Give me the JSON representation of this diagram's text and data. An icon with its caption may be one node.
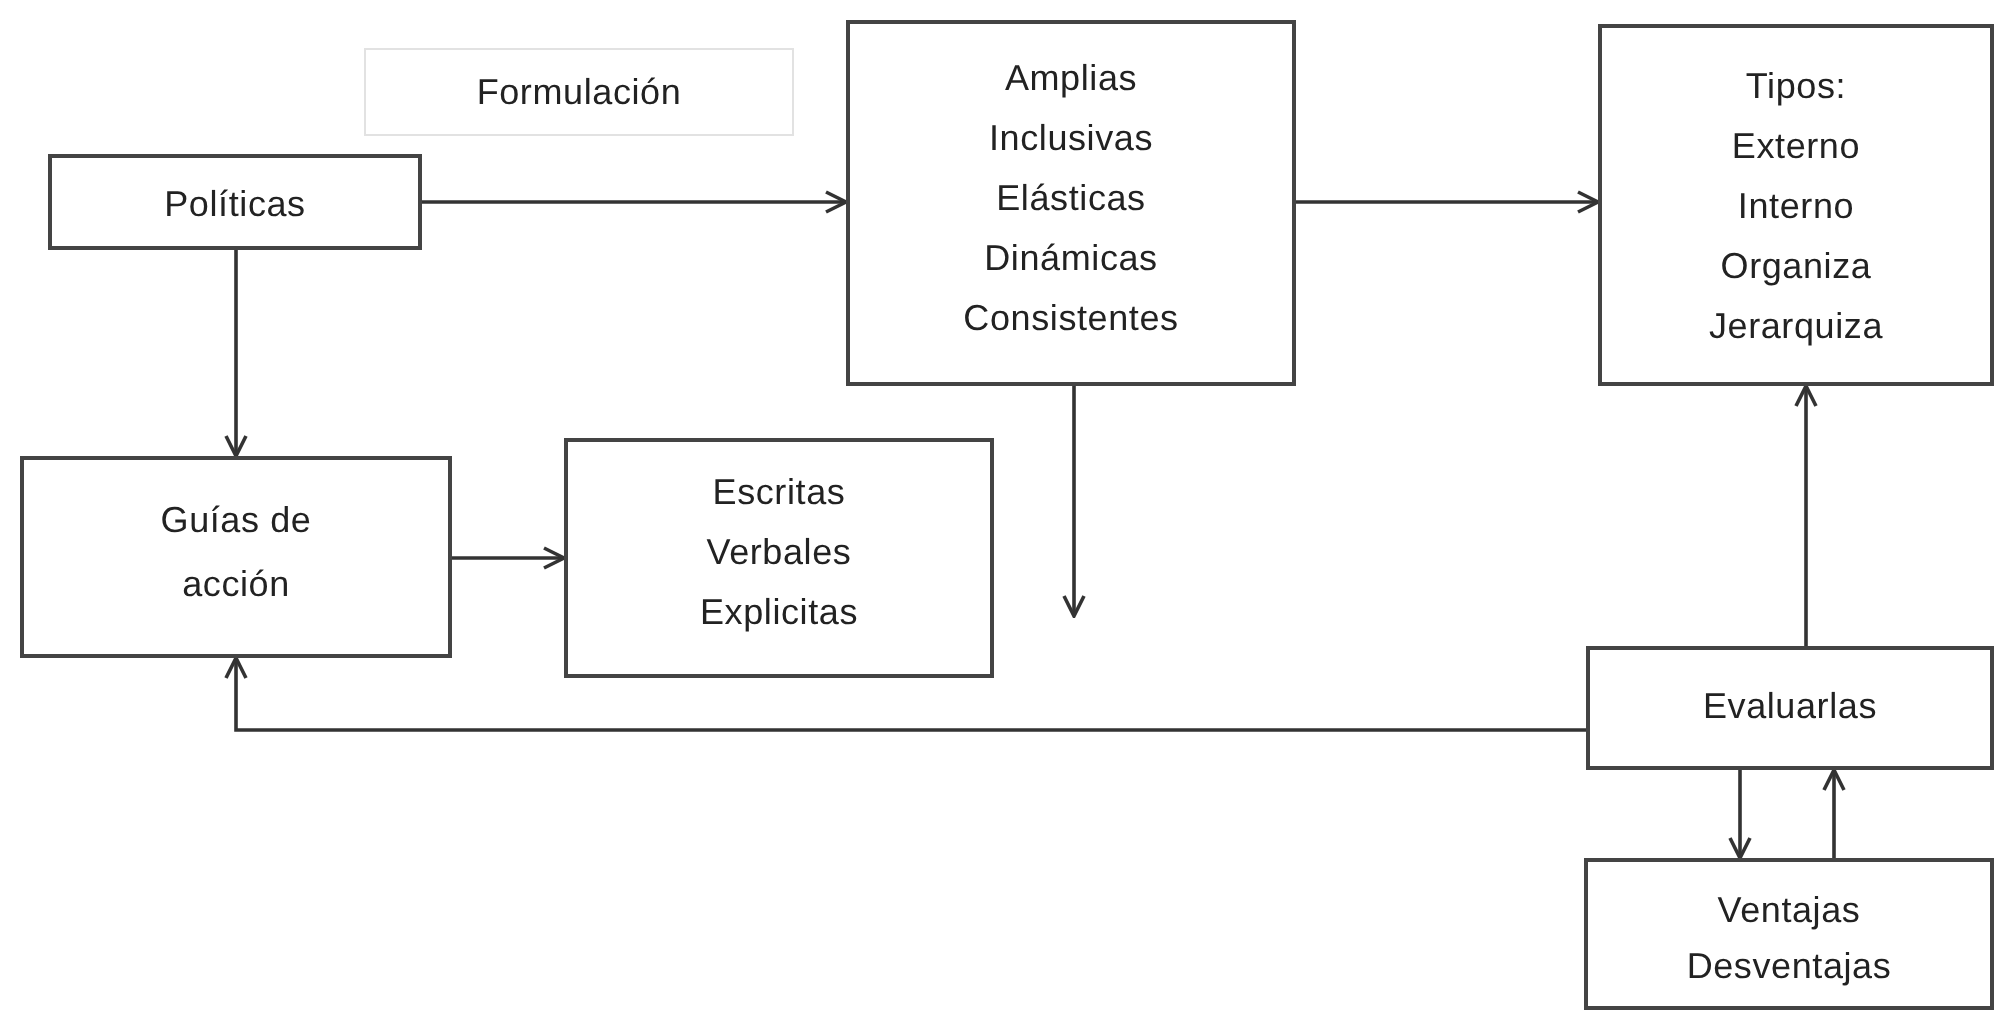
{
  "diagram": {
    "nodes": [
      {
        "text": [
          "Formulación"
        ]
      },
      {
        "text": [
          "Políticas"
        ]
      },
      {
        "text": [
          "Amplias Inclusivas Elásticas Dinámicas Consistentes"
        ]
      },
      {
        "text": [
          "Tipos: Externo Interno Organiza Jerarquiza"
        ]
      },
      {
        "text": [
          "Guías de acción"
        ]
      },
      {
        "text": [
          "Escritas Verbales Explicitas"
        ]
      },
      {
        "text": [
          "Evaluarlas"
        ]
      },
      {
        "text": [
          "Ventajas Desventajas"
        ]
      }
    ],
    "edges": [
      {
        "from": 1,
        "to": 2,
        "arrow": "to"
      },
      {
        "from": 2,
        "to": 3,
        "arrow": "to"
      },
      {
        "from": 1,
        "to": 4,
        "arrow": "to"
      },
      {
        "from": 4,
        "to": 5,
        "arrow": "to"
      },
      {
        "from": 2,
        "to": null,
        "arrow": "to"
      },
      {
        "from": 6,
        "to": 4,
        "arrow": "to"
      },
      {
        "from": 6,
        "to": 3,
        "arrow": "to"
      },
      {
        "from": 6,
        "to": 7,
        "arrow": "to"
      },
      {
        "from": 7,
        "to": 6,
        "arrow": "to"
      }
    ]
  }
}
